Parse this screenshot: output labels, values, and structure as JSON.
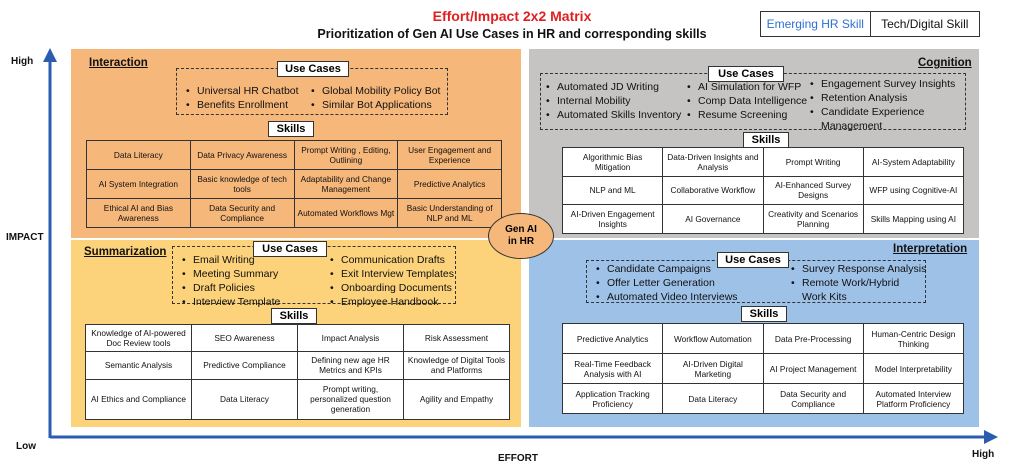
{
  "header": {
    "title": "Effort/Impact 2x2 Matrix",
    "subtitle": "Prioritization of Gen AI Use Cases in HR and corresponding skills"
  },
  "legend": {
    "emerging": "Emerging HR Skill",
    "tech": "Tech/Digital Skill"
  },
  "axes": {
    "y_title": "IMPACT",
    "y_high": "High",
    "y_low": "Low",
    "x_title": "EFFORT",
    "x_high": "High"
  },
  "center": "Gen AI in HR",
  "section_labels": {
    "use_cases": "Use Cases",
    "skills": "Skills"
  },
  "colors": {
    "emerging": "#2f6fd6",
    "interaction": "#f6b77b",
    "cognition": "#c6c3c3",
    "summarization": "#fcd27a",
    "interpretation": "#9ec1e8"
  },
  "quadrants": {
    "interaction": {
      "title": "Interaction",
      "use_cases": [
        [
          "Universal HR Chatbot",
          "Benefits Enrollment"
        ],
        [
          "Global Mobility Policy Bot",
          "Similar Bot Applications"
        ]
      ],
      "skills": [
        [
          {
            "t": "Data Literacy",
            "e": false
          },
          {
            "t": "Data Privacy Awareness",
            "e": false
          },
          {
            "t": "Prompt Writing , Editing, Outlining",
            "e": false
          },
          {
            "t": "User Engagement and Experience",
            "e": true
          }
        ],
        [
          {
            "t": "AI System Integration",
            "e": false
          },
          {
            "t": "Basic knowledge of tech tools",
            "e": false
          },
          {
            "t": "Adaptability and Change Management",
            "e": true
          },
          {
            "t": "Predictive Analytics",
            "e": false
          }
        ],
        [
          {
            "t": "Ethical AI and Bias Awareness",
            "e": false
          },
          {
            "t": "Data Security and Compliance",
            "e": false
          },
          {
            "t": "Automated Workflows Mgt",
            "e": true
          },
          {
            "t": "Basic Understanding of NLP and ML",
            "e": false
          }
        ]
      ]
    },
    "cognition": {
      "title": "Cognition",
      "use_cases": [
        [
          "Automated JD Writing",
          "Internal Mobility",
          "Automated Skills Inventory"
        ],
        [
          "AI Simulation for WFP",
          "Comp Data Intelligence",
          "Resume Screening"
        ],
        [
          "Engagement Survey Insights",
          "Retention Analysis",
          "Candidate Experience Management"
        ]
      ],
      "skills": [
        [
          {
            "t": "Algorithmic Bias Mitigation",
            "e": false
          },
          {
            "t": "Data-Driven Insights and Analysis",
            "e": false
          },
          {
            "t": "Prompt Writing",
            "e": false
          },
          {
            "t": "AI-System Adaptability",
            "e": false
          }
        ],
        [
          {
            "t": "NLP and ML",
            "e": false
          },
          {
            "t": "Collaborative Workflow",
            "e": true
          },
          {
            "t": "AI-Enhanced Survey Designs",
            "e": false
          },
          {
            "t": "WFP using Cognitive-AI",
            "e": true
          }
        ],
        [
          {
            "t": "AI-Driven Engagement Insights",
            "e": true
          },
          {
            "t": "AI Governance",
            "e": true
          },
          {
            "t": "Creativity and Scenarios Planning",
            "e": true
          },
          {
            "t": "Skills Mapping using AI",
            "e": true
          }
        ]
      ]
    },
    "summarization": {
      "title": "Summarization",
      "use_cases": [
        [
          "Email Writing",
          "Meeting Summary",
          "Draft Policies",
          "Interview Template"
        ],
        [
          "Communication Drafts",
          "Exit Interview Templates",
          "Onboarding Documents",
          "Employee Handbook"
        ]
      ],
      "skills": [
        [
          {
            "t": "Knowledge of AI-powered Doc Review tools",
            "e": true
          },
          {
            "t": "SEO Awareness",
            "e": false
          },
          {
            "t": "Impact Analysis",
            "e": false
          },
          {
            "t": "Risk Assessment",
            "e": false
          }
        ],
        [
          {
            "t": "Semantic Analysis",
            "e": false
          },
          {
            "t": "Predictive Compliance",
            "e": false
          },
          {
            "t": "Defining new age HR Metrics and KPIs",
            "e": true
          },
          {
            "t": "Knowledge of Digital Tools and Platforms",
            "e": false
          }
        ],
        [
          {
            "t": "AI Ethics and Compliance",
            "e": true
          },
          {
            "t": "Data Literacy",
            "e": false
          },
          {
            "t": "Prompt writing, personalized question generation",
            "e": false
          },
          {
            "t": "Agility and Empathy",
            "e": true
          }
        ]
      ]
    },
    "interpretation": {
      "title": "Interpretation",
      "use_cases": [
        [
          "Candidate Campaigns",
          "Offer Letter Generation",
          "Automated Video Interviews"
        ],
        [
          "Survey Response Analysis",
          "Remote Work/Hybrid Work Kits"
        ]
      ],
      "skills": [
        [
          {
            "t": "Predictive Analytics",
            "e": false
          },
          {
            "t": "Workflow Automation",
            "e": false
          },
          {
            "t": "Data Pre-Processing",
            "e": false
          },
          {
            "t": "Human-Centric Design Thinking",
            "e": true
          }
        ],
        [
          {
            "t": "Real-Time Feedback Analysis with AI",
            "e": false
          },
          {
            "t": "AI-Driven Digital Marketing",
            "e": false
          },
          {
            "t": "AI Project Management",
            "e": true
          },
          {
            "t": "Model Interpretability",
            "e": false
          }
        ],
        [
          {
            "t": "Application Tracking Proficiency",
            "e": false
          },
          {
            "t": "Data Literacy",
            "e": true
          },
          {
            "t": "Data Security and Compliance",
            "e": false
          },
          {
            "t": "Automated Interview Platform Proficiency",
            "e": false
          }
        ]
      ]
    }
  }
}
